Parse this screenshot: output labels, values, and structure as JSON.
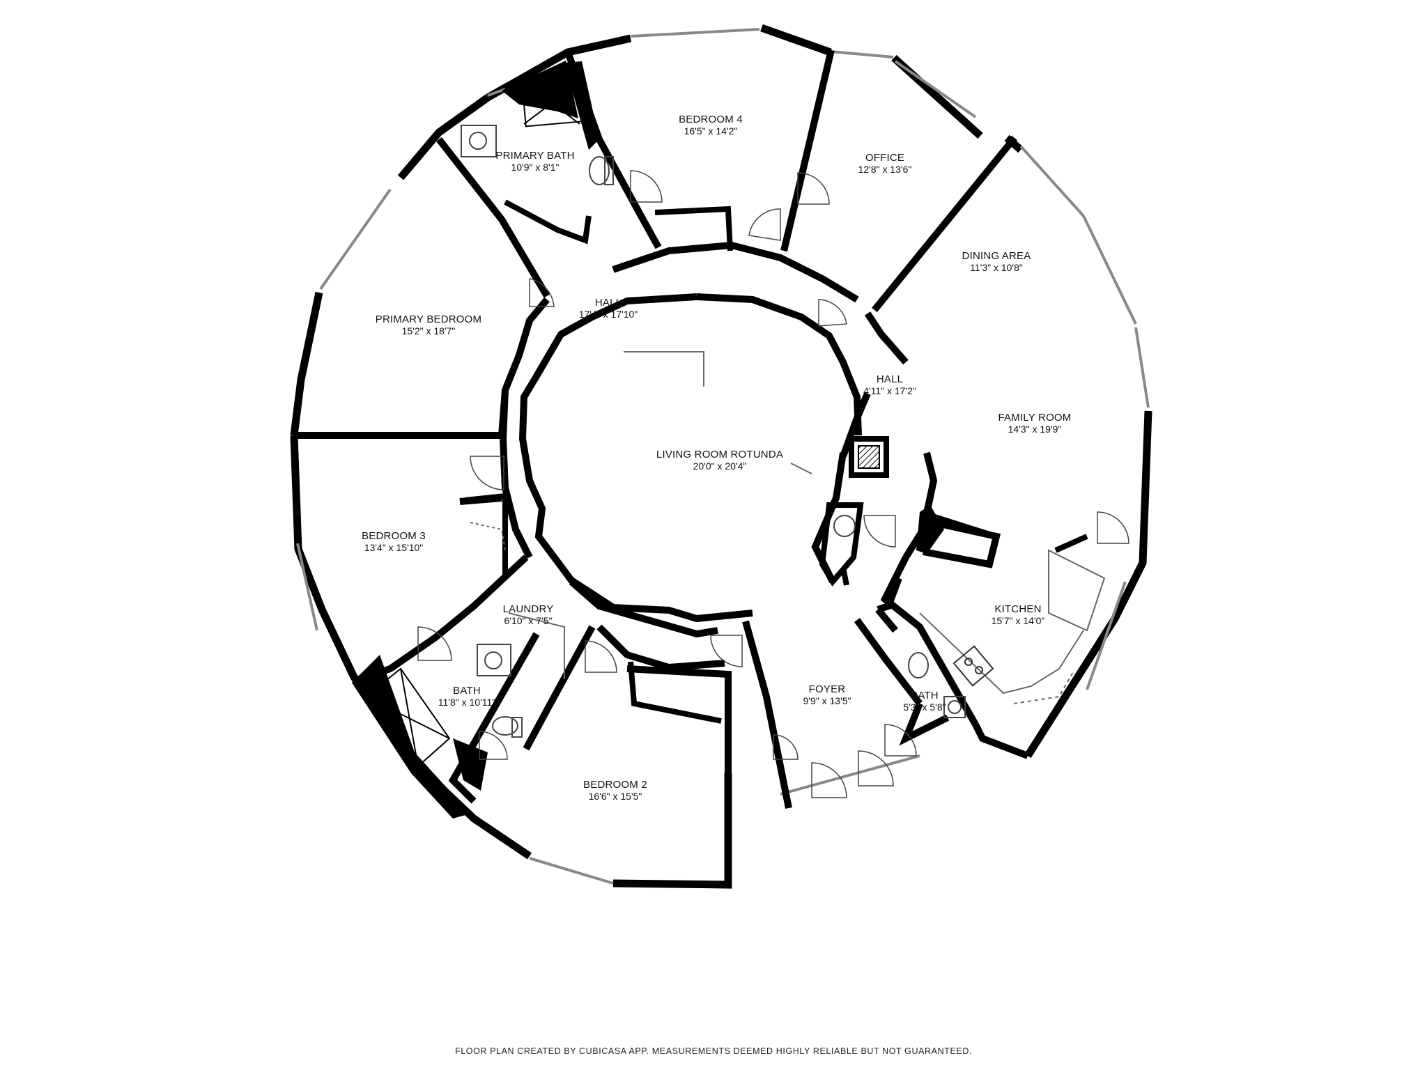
{
  "rooms": {
    "bedroom_4": {
      "name": "BEDROOM 4",
      "dims": "16'5\" x 14'2\""
    },
    "office": {
      "name": "OFFICE",
      "dims": "12'8\" x 13'6\""
    },
    "primary_bath": {
      "name": "PRIMARY BATH",
      "dims": "10'9\" x 8'1\""
    },
    "dining_area": {
      "name": "DINING AREA",
      "dims": "11'3\" x 10'8\""
    },
    "primary_bedroom": {
      "name": "PRIMARY BEDROOM",
      "dims": "15'2\" x 18'7\""
    },
    "hall_north": {
      "name": "HALL",
      "dims": "17'4\" x 17'10\""
    },
    "hall_east": {
      "name": "HALL",
      "dims": "4'11\" x 17'2\""
    },
    "family_room": {
      "name": "FAMILY ROOM",
      "dims": "14'3\" x 19'9\""
    },
    "living_room": {
      "name": "LIVING ROOM ROTUNDA",
      "dims": "20'0\" x 20'4\""
    },
    "bedroom_3": {
      "name": "BEDROOM 3",
      "dims": "13'4\" x 15'10\""
    },
    "laundry": {
      "name": "LAUNDRY",
      "dims": "6'10\" x 7'5\""
    },
    "kitchen": {
      "name": "KITCHEN",
      "dims": "15'7\" x 14'0\""
    },
    "bath_west": {
      "name": "BATH",
      "dims": "11'8\" x 10'11\""
    },
    "foyer": {
      "name": "FOYER",
      "dims": "9'9\" x 13'5\""
    },
    "bath_east": {
      "name": "BATH",
      "dims": "5'3\" x 5'8\""
    },
    "bedroom_2": {
      "name": "BEDROOM 2",
      "dims": "16'6\" x 15'5\""
    }
  },
  "footer": "FLOOR PLAN CREATED BY CUBICASA APP. MEASUREMENTS DEEMED HIGHLY RELIABLE BUT NOT GUARANTEED.",
  "colors": {
    "wall": "#000000",
    "window": "#9a9a9a",
    "background": "#ffffff"
  },
  "icons": [
    "toilet-icon",
    "sink-icon",
    "shower-icon",
    "fireplace-icon",
    "stove-icon",
    "door-swing-icon",
    "spiral-stair-icon"
  ]
}
